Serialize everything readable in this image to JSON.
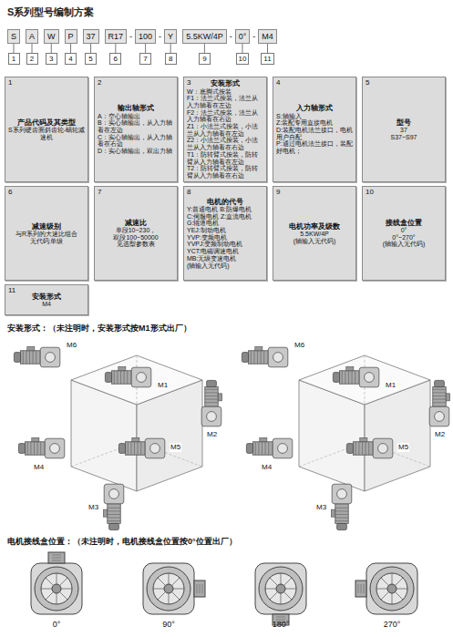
{
  "diagram": {
    "title": "S系列型号编制方案",
    "nodes": [
      {
        "text": [
          "S"
        ]
      },
      {
        "text": [
          "A"
        ]
      },
      {
        "text": [
          "W"
        ]
      },
      {
        "text": [
          "P"
        ]
      },
      {
        "text": [
          "37"
        ]
      },
      {
        "text": [
          "R17"
        ]
      },
      {
        "text": [
          "100"
        ]
      },
      {
        "text": [
          "Y"
        ]
      },
      {
        "text": [
          "5.5KW/4P"
        ]
      },
      {
        "text": [
          "0°"
        ]
      },
      {
        "text": [
          "M4"
        ]
      },
      {
        "text": [
          "1"
        ]
      },
      {
        "text": [
          "2"
        ]
      },
      {
        "text": [
          "3"
        ]
      },
      {
        "text": [
          "4"
        ]
      },
      {
        "text": [
          "5"
        ]
      },
      {
        "text": [
          "6"
        ]
      },
      {
        "text": [
          "7"
        ]
      },
      {
        "text": [
          "8"
        ]
      },
      {
        "text": [
          "9"
        ]
      },
      {
        "text": [
          "10"
        ]
      },
      {
        "text": [
          "11"
        ]
      },
      {
        "text": [
          "1",
          "产品代码及其类型",
          "S系列硬齿面斜齿轮-蜗轮减速机"
        ]
      },
      {
        "text": [
          "2",
          "输出轴形式",
          "A：空心轴输出",
          "B：实心轴输出，从入力轴看在左边",
          "C：实心轴输出，从入力轴看在右边",
          "D：实心轴输出，双出力轴"
        ]
      },
      {
        "text": [
          "3",
          "安装形式",
          "W：底脚式按装",
          "F1：法兰式按装，法兰从入力轴看在左边",
          "F2：法兰式按装，法兰从入力轴看在右边",
          "Z1：小法兰式按装，小法兰从入力轴看在左边",
          "Z2：小法兰式按装，小法兰从入力轴看在右边",
          "T1：防转臂式按装，防转臂从入力轴看在左边",
          "T2：防转臂式按装，防转臂从入力轴看在右边"
        ]
      },
      {
        "text": [
          "4",
          "入力轴形式",
          "S:轴输入",
          "Z:装配专用直接电机",
          "D:装配电机法兰接口，电机用户自配",
          "P:通过电机法兰接口，装配好电机；"
        ]
      },
      {
        "text": [
          "5",
          "型号",
          "37",
          "S37~S97"
        ]
      },
      {
        "text": [
          "6",
          "减速级别",
          "与R系列的大速比组合",
          "无代码:单级"
        ]
      },
      {
        "text": [
          "7",
          "减速比",
          "单段10~230，",
          "双段100~50000",
          "见选型参数表"
        ]
      },
      {
        "text": [
          "8",
          "电机的代号",
          "Y:普通电机 B:防爆电机",
          "C:伺服电机 Z:直流电机",
          "G:辊道电机",
          "YEJ:制动电机",
          "YVP:变频电机",
          "YVPJ:变频制动电机",
          "YCT:电磁调速电机",
          "MB:无级变速电机",
          "(轴输入无代码)"
        ]
      },
      {
        "text": [
          "9",
          "电机功率及级数",
          "5.5KW/4P",
          "(轴输入无代码)"
        ]
      },
      {
        "text": [
          "10",
          "接线盒位置",
          "0°",
          "0°~270°",
          "(轴输入无代码)"
        ]
      },
      {
        "text": [
          "11",
          "安装形式",
          "M4"
        ]
      }
    ],
    "edges": [
      {
        "from": 0,
        "to": 11,
        "arrow": "none"
      },
      {
        "from": 1,
        "to": 12,
        "arrow": "none"
      },
      {
        "from": 2,
        "to": 13,
        "arrow": "none"
      },
      {
        "from": 3,
        "to": 14,
        "arrow": "none"
      },
      {
        "from": 4,
        "to": 15,
        "arrow": "none"
      },
      {
        "from": 5,
        "to": 16,
        "arrow": "none"
      },
      {
        "from": 6,
        "to": 17,
        "arrow": "none"
      },
      {
        "from": 7,
        "to": 18,
        "arrow": "none"
      },
      {
        "from": 8,
        "to": 19,
        "arrow": "none"
      },
      {
        "from": 9,
        "to": 20,
        "arrow": "none"
      },
      {
        "from": 10,
        "to": 21,
        "arrow": "none"
      }
    ],
    "labels": [
      "-",
      "-",
      "-",
      "-",
      "安装形式：（未注明时，安装形式按M1形式出厂）",
      "M6",
      "M1",
      "M2",
      "M5",
      "M4",
      "M3",
      "M6",
      "M1",
      "M2",
      "M5",
      "M4",
      "M3",
      "电机接线盒位置：（未注明时，电机接线盒位置按0°位置出厂）",
      "0°",
      "90°",
      "180°",
      "270°"
    ]
  }
}
